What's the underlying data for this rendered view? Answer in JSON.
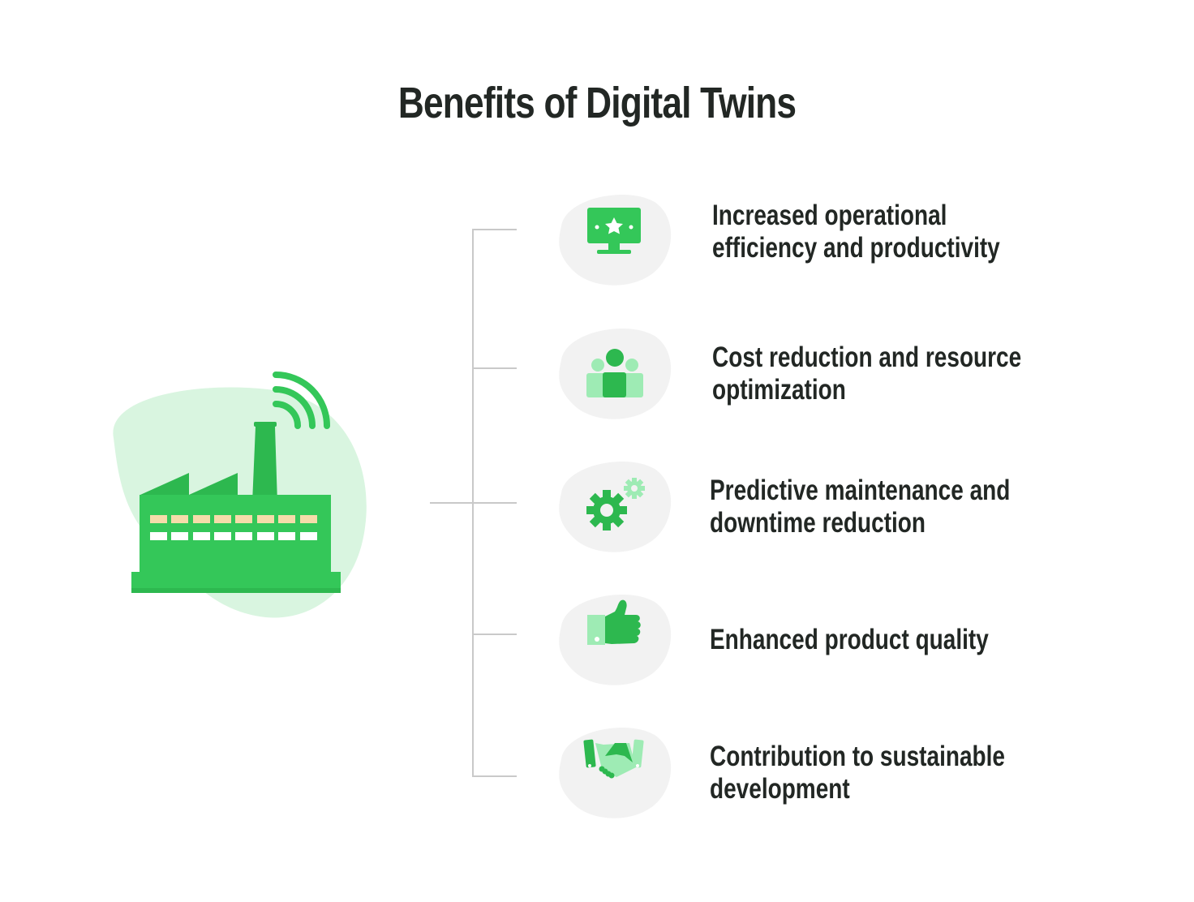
{
  "title": "Benefits of Digital Twins",
  "hub": {
    "icon": "factory-with-signal-icon",
    "background_color": "#d9f5e0",
    "factory_color": "#34c759",
    "window_colors": [
      "#f5dcaa",
      "#ffffff"
    ]
  },
  "colors": {
    "primary_green": "#34c759",
    "light_green": "#9eebb4",
    "blob_gray": "#f2f2f2",
    "connector_gray": "#c9c9c9",
    "text": "#222724"
  },
  "benefits": [
    {
      "icon": "monitor-star-icon",
      "lines": [
        "Increased operational",
        "efficiency and productivity"
      ]
    },
    {
      "icon": "team-people-icon",
      "lines": [
        "Cost reduction and resource",
        "optimization"
      ]
    },
    {
      "icon": "gears-icon",
      "lines": [
        "Predictive maintenance and",
        "downtime reduction"
      ]
    },
    {
      "icon": "thumbs-up-icon",
      "lines": [
        "Enhanced product quality"
      ]
    },
    {
      "icon": "handshake-icon",
      "lines": [
        "Contribution to sustainable",
        "development"
      ]
    }
  ]
}
